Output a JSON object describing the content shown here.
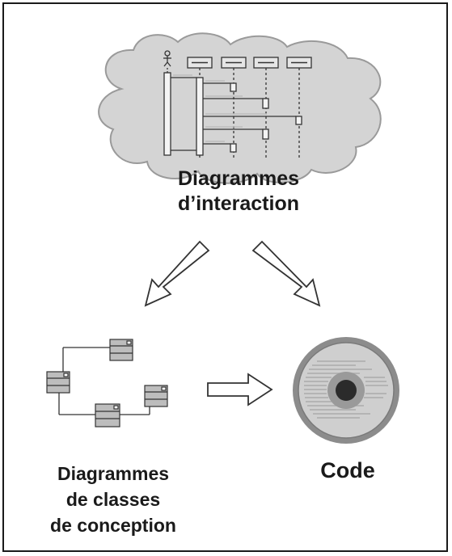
{
  "interaction": {
    "title_line1": "Diagrammes",
    "title_line2": "d’interaction"
  },
  "class_diagrams": {
    "title_line1": "Diagrammes",
    "title_line2": "de classes",
    "title_line3": "de conception"
  },
  "code": {
    "title": "Code"
  },
  "colors": {
    "cloud_fill": "#d4d4d4",
    "cloud_stroke": "#9a9a9a",
    "ink": "#1a1a1a",
    "disc_outer": "#8c8c8c",
    "disc_inner": "#cfcfcf",
    "disc_center": "#2b2b2b",
    "class_box_fill": "#bdbdbd"
  },
  "icons": [
    "sequence-diagram-icon",
    "class-diagram-icon",
    "code-disc-icon",
    "hollow-arrow-icon"
  ]
}
